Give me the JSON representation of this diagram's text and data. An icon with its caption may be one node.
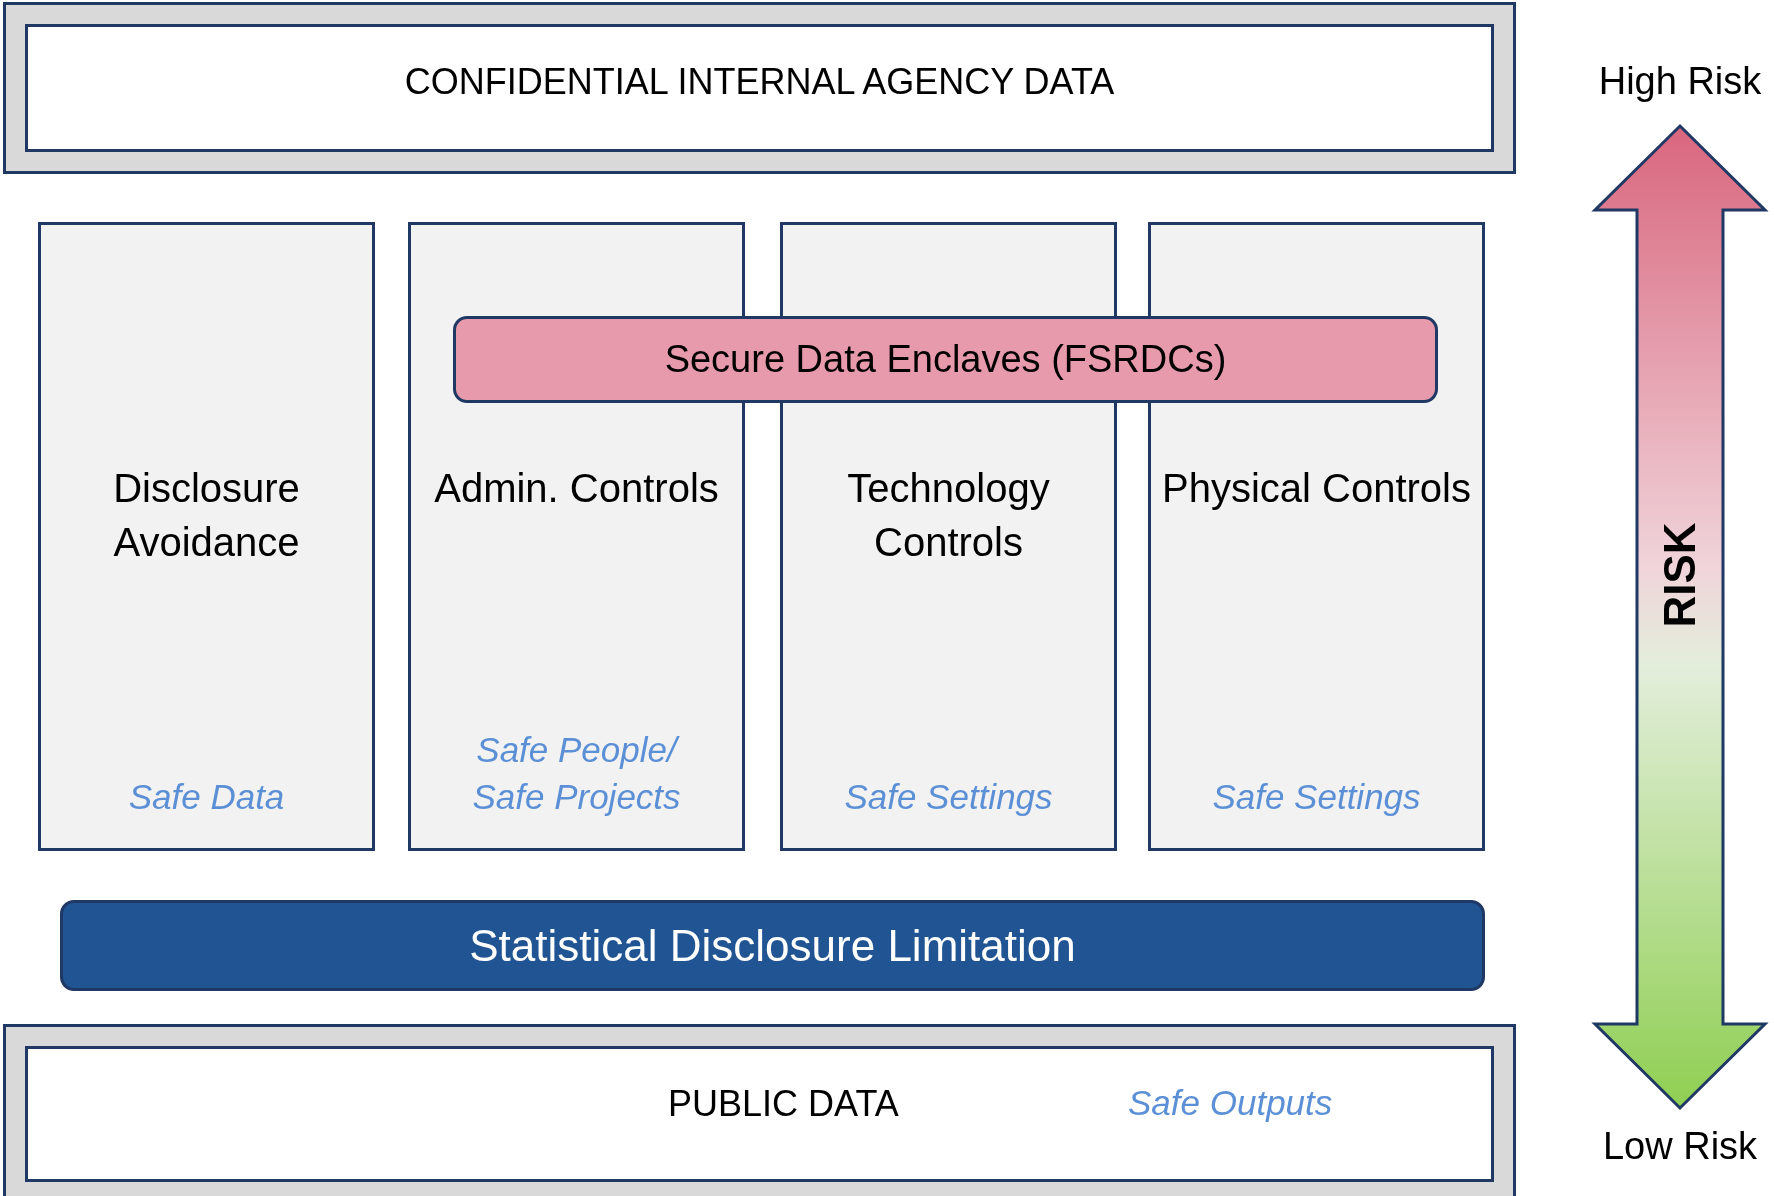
{
  "diagram": {
    "nodes": [
      {
        "text": [
          "CONFIDENTIAL INTERNAL AGENCY DATA"
        ]
      },
      {
        "text": [
          "Disclosure Avoidance",
          "Safe Data"
        ]
      },
      {
        "text": [
          "Admin. Controls",
          "Safe People/ Safe Projects"
        ]
      },
      {
        "text": [
          "Technology Controls",
          "Safe Settings"
        ]
      },
      {
        "text": [
          "Physical Controls",
          "Safe Settings"
        ]
      },
      {
        "text": [
          "Secure Data Enclaves (FSRDCs)"
        ]
      },
      {
        "text": [
          "Statistical Disclosure Limitation"
        ]
      },
      {
        "text": [
          "PUBLIC DATA",
          "Safe Outputs"
        ]
      }
    ],
    "edges": [],
    "labels": [
      "High Risk",
      "RISK",
      "Low Risk"
    ]
  }
}
